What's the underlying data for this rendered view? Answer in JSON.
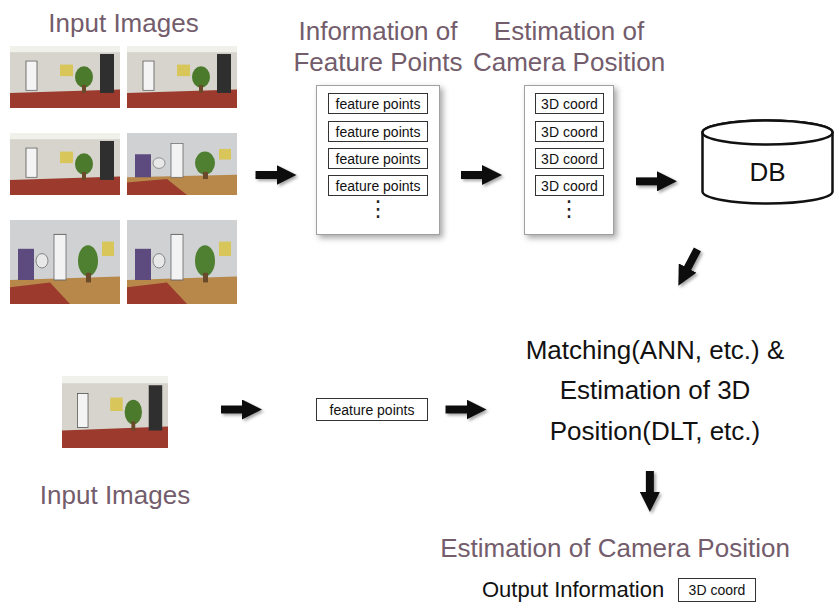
{
  "diagram": {
    "nodes": [
      {
        "text": [
          "Input Images"
        ]
      },
      {
        "text": [
          "Information of Feature Points",
          "⋮"
        ]
      },
      {
        "text": [
          "feature points"
        ],
        "in": 1
      },
      {
        "text": [
          "feature points"
        ],
        "in": 1
      },
      {
        "text": [
          "feature points"
        ],
        "in": 1
      },
      {
        "text": [
          "feature points"
        ],
        "in": 1
      },
      {
        "text": [
          "Estimation of Camera Position",
          "⋮"
        ]
      },
      {
        "text": [
          "3D coord"
        ],
        "in": 6
      },
      {
        "text": [
          "3D coord"
        ],
        "in": 6
      },
      {
        "text": [
          "3D coord"
        ],
        "in": 6
      },
      {
        "text": [
          "3D coord"
        ],
        "in": 6
      },
      {
        "text": [
          "DB"
        ]
      },
      {
        "text": [
          "Input Images"
        ]
      },
      {
        "text": [
          "feature points"
        ]
      },
      {
        "text": [
          "Matching(ANN, etc.) & Estimation of 3D Position(DLT, etc.)"
        ]
      },
      {
        "text": [
          "Estimation of Camera Position",
          "Output Information"
        ]
      },
      {
        "text": [
          "3D coord"
        ],
        "in": 15
      }
    ],
    "edges": [
      {
        "from": 0,
        "to": 1,
        "arrow": "to"
      },
      {
        "from": 1,
        "to": 6,
        "arrow": "to"
      },
      {
        "from": 6,
        "to": 11,
        "arrow": "to"
      },
      {
        "from": 11,
        "to": 14,
        "arrow": "to"
      },
      {
        "from": 12,
        "to": 13,
        "arrow": "to"
      },
      {
        "from": 13,
        "to": 14,
        "arrow": "to"
      },
      {
        "from": 14,
        "to": 15,
        "arrow": "to"
      }
    ]
  }
}
